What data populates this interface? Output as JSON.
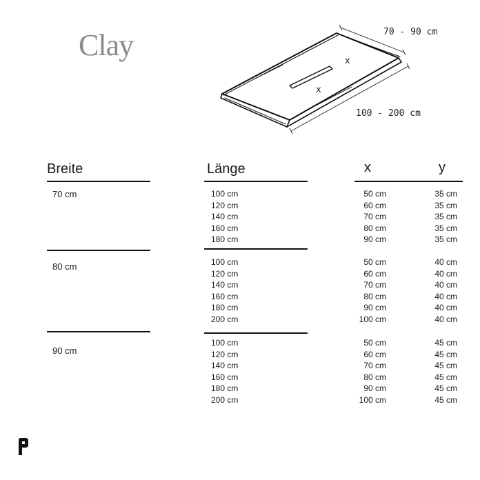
{
  "title": "Clay",
  "sketch": {
    "width_label": "70 - 90 cm",
    "length_label": "100 - 200 cm",
    "x_marker": "x",
    "y_marker": "x"
  },
  "table": {
    "headers": {
      "breite": "Breite",
      "laenge": "Länge",
      "x": "x",
      "y": "y"
    },
    "groups": [
      {
        "breite": "70 cm",
        "laenge": [
          "100 cm",
          "120 cm",
          "140 cm",
          "160 cm",
          "180 cm"
        ],
        "x": [
          "50 cm",
          "60 cm",
          "70 cm",
          "80 cm",
          "90 cm"
        ],
        "y": [
          "35 cm",
          "35 cm",
          "35 cm",
          "35 cm",
          "35 cm"
        ]
      },
      {
        "breite": "80 cm",
        "laenge": [
          "100 cm",
          "120 cm",
          "140 cm",
          "160 cm",
          "180 cm",
          "200 cm"
        ],
        "x": [
          "50 cm",
          "60 cm",
          "70 cm",
          "80 cm",
          "90 cm",
          "100 cm"
        ],
        "y": [
          "40 cm",
          "40 cm",
          "40 cm",
          "40 cm",
          "40 cm",
          "40 cm"
        ]
      },
      {
        "breite": "90 cm",
        "laenge": [
          "100 cm",
          "120 cm",
          "140 cm",
          "160 cm",
          "180 cm",
          "200 cm"
        ],
        "x": [
          "50 cm",
          "60 cm",
          "70 cm",
          "80 cm",
          "90 cm",
          "100 cm"
        ],
        "y": [
          "45 cm",
          "45 cm",
          "45 cm",
          "45 cm",
          "45 cm",
          "45 cm"
        ]
      }
    ]
  },
  "brand_logo": "p-logo-icon"
}
